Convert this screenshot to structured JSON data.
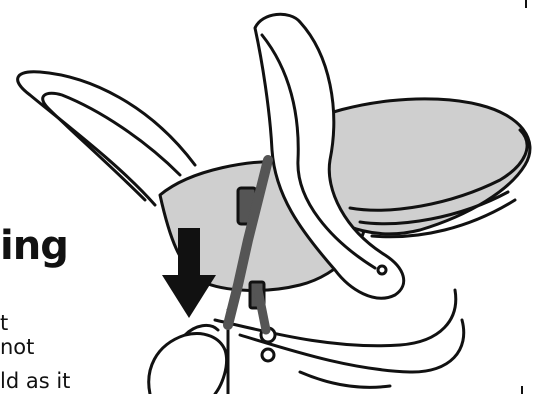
{
  "heading_fragment": "ing",
  "body_lines": [
    "t",
    "not",
    "ld as it"
  ],
  "colors": {
    "ink": "#111111",
    "shade": "#cfcfcf",
    "strap": "#555555",
    "paper": "#ffffff"
  },
  "illustration": {
    "icon": "infant-car-seat-with-handle-and-strap",
    "arrow_icon": "down-arrow-icon"
  }
}
